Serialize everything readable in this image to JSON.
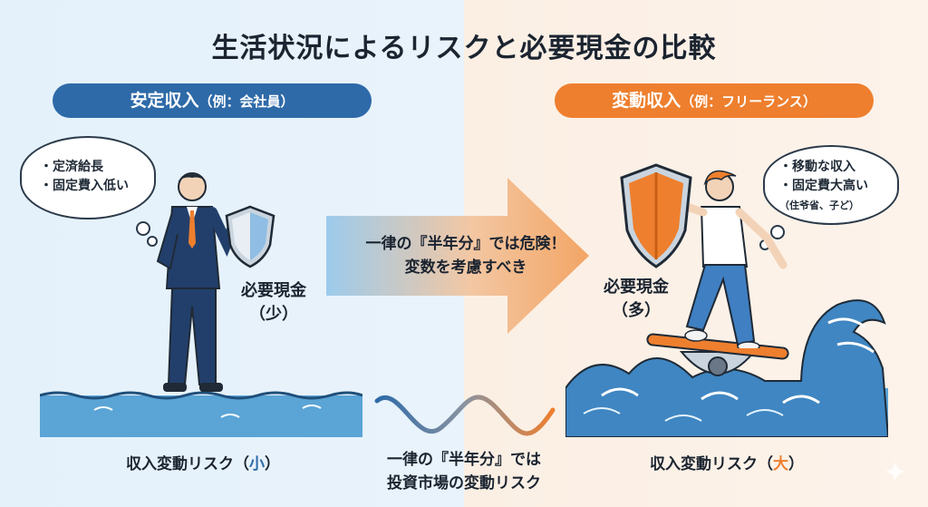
{
  "title": "生活状況によるリスクと必要現金の比較",
  "left": {
    "pill_label": "安定収入",
    "pill_sub": "（例：会社員）",
    "bubble": [
      "・定済給長",
      "・固定費入低い"
    ],
    "cash_line1": "必要現金",
    "cash_line2": "（少）",
    "caption_prefix": "収入変動リスク（",
    "caption_accent": "小",
    "caption_suffix": "）"
  },
  "right": {
    "pill_label": "変動収入",
    "pill_sub": "（例：フリーランス）",
    "bubble": [
      "・移動な収入",
      "・固定費大高い"
    ],
    "bubble_small": "（住爷省、子ど）",
    "cash_line1": "必要現金",
    "cash_line2": "（多）",
    "caption_prefix": "収入変動リスク（",
    "caption_accent": "大",
    "caption_suffix": "）"
  },
  "center": {
    "arrow_line1": "一律の『半年分』では危険！",
    "arrow_line2": "変数を考慮すべき",
    "bottom_line1": "一律の『半年分』では",
    "bottom_line2": "投資市場の変動リスク"
  },
  "colors": {
    "blue": "#2e6aa8",
    "orange": "#ee7f2e",
    "water": "#5aa4d6"
  }
}
